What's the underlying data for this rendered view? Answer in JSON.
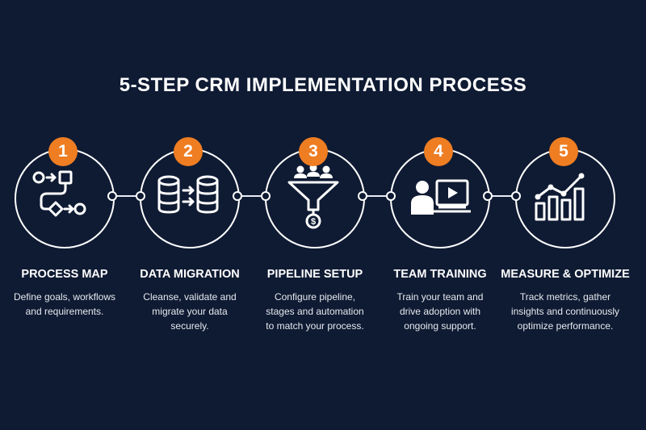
{
  "title": "5-STEP CRM IMPLEMENTATION PROCESS",
  "colors": {
    "background": "#0f1b33",
    "accent": "#ef7d22",
    "line": "#ffffff",
    "text": "#ffffff"
  },
  "steps": [
    {
      "number": "1",
      "title": "PROCESS MAP",
      "desc_line1": "Define goals, workflows",
      "desc_line2": "and requirements.",
      "desc_line3": "",
      "icon": "process-flow-icon"
    },
    {
      "number": "2",
      "title": "DATA MIGRATION",
      "desc_line1": "Cleanse, validate and",
      "desc_line2": "migrate your data",
      "desc_line3": "securely.",
      "icon": "database-transfer-icon"
    },
    {
      "number": "3",
      "title": "PIPELINE SETUP",
      "desc_line1": "Configure pipeline,",
      "desc_line2": "stages and automation",
      "desc_line3": "to match your process.",
      "icon": "sales-funnel-icon"
    },
    {
      "number": "4",
      "title": "TEAM TRAINING",
      "desc_line1": "Train your team and",
      "desc_line2": "drive adoption with",
      "desc_line3": "ongoing support.",
      "icon": "video-training-icon"
    },
    {
      "number": "5",
      "title": "MEASURE & OPTIMIZE",
      "desc_line1": "Track metrics, gather",
      "desc_line2": "insights and continuously",
      "desc_line3": "optimize performance.",
      "icon": "growth-chart-icon"
    }
  ]
}
